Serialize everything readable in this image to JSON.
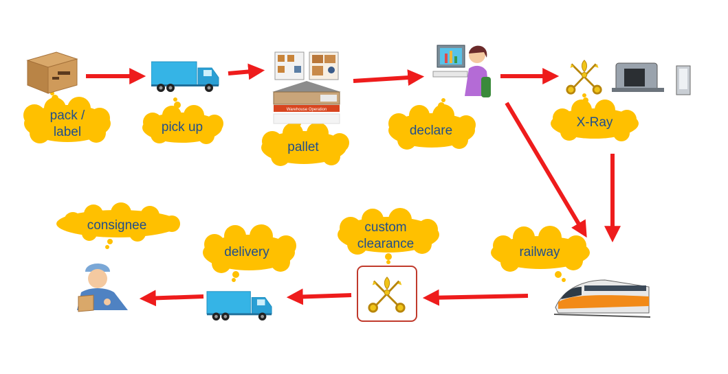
{
  "steps": {
    "pack_label": {
      "line1": "pack /",
      "line2": "label"
    },
    "pick_up": "pick up",
    "pallet": "pallet",
    "declare": "declare",
    "xray": "X-Ray",
    "railway": "railway",
    "custom_clearance": {
      "line1": "custom",
      "line2": "clearance"
    },
    "delivery": "delivery",
    "consignee": "consignee"
  },
  "warehouse_banner": "Warehouse Operation",
  "colors": {
    "arrow": "#ee1c1c",
    "bubble": "#ffc000",
    "label_text": "#1f4e8c",
    "truck_body": "#35b4e6",
    "customs_frame": "#c0392b"
  }
}
